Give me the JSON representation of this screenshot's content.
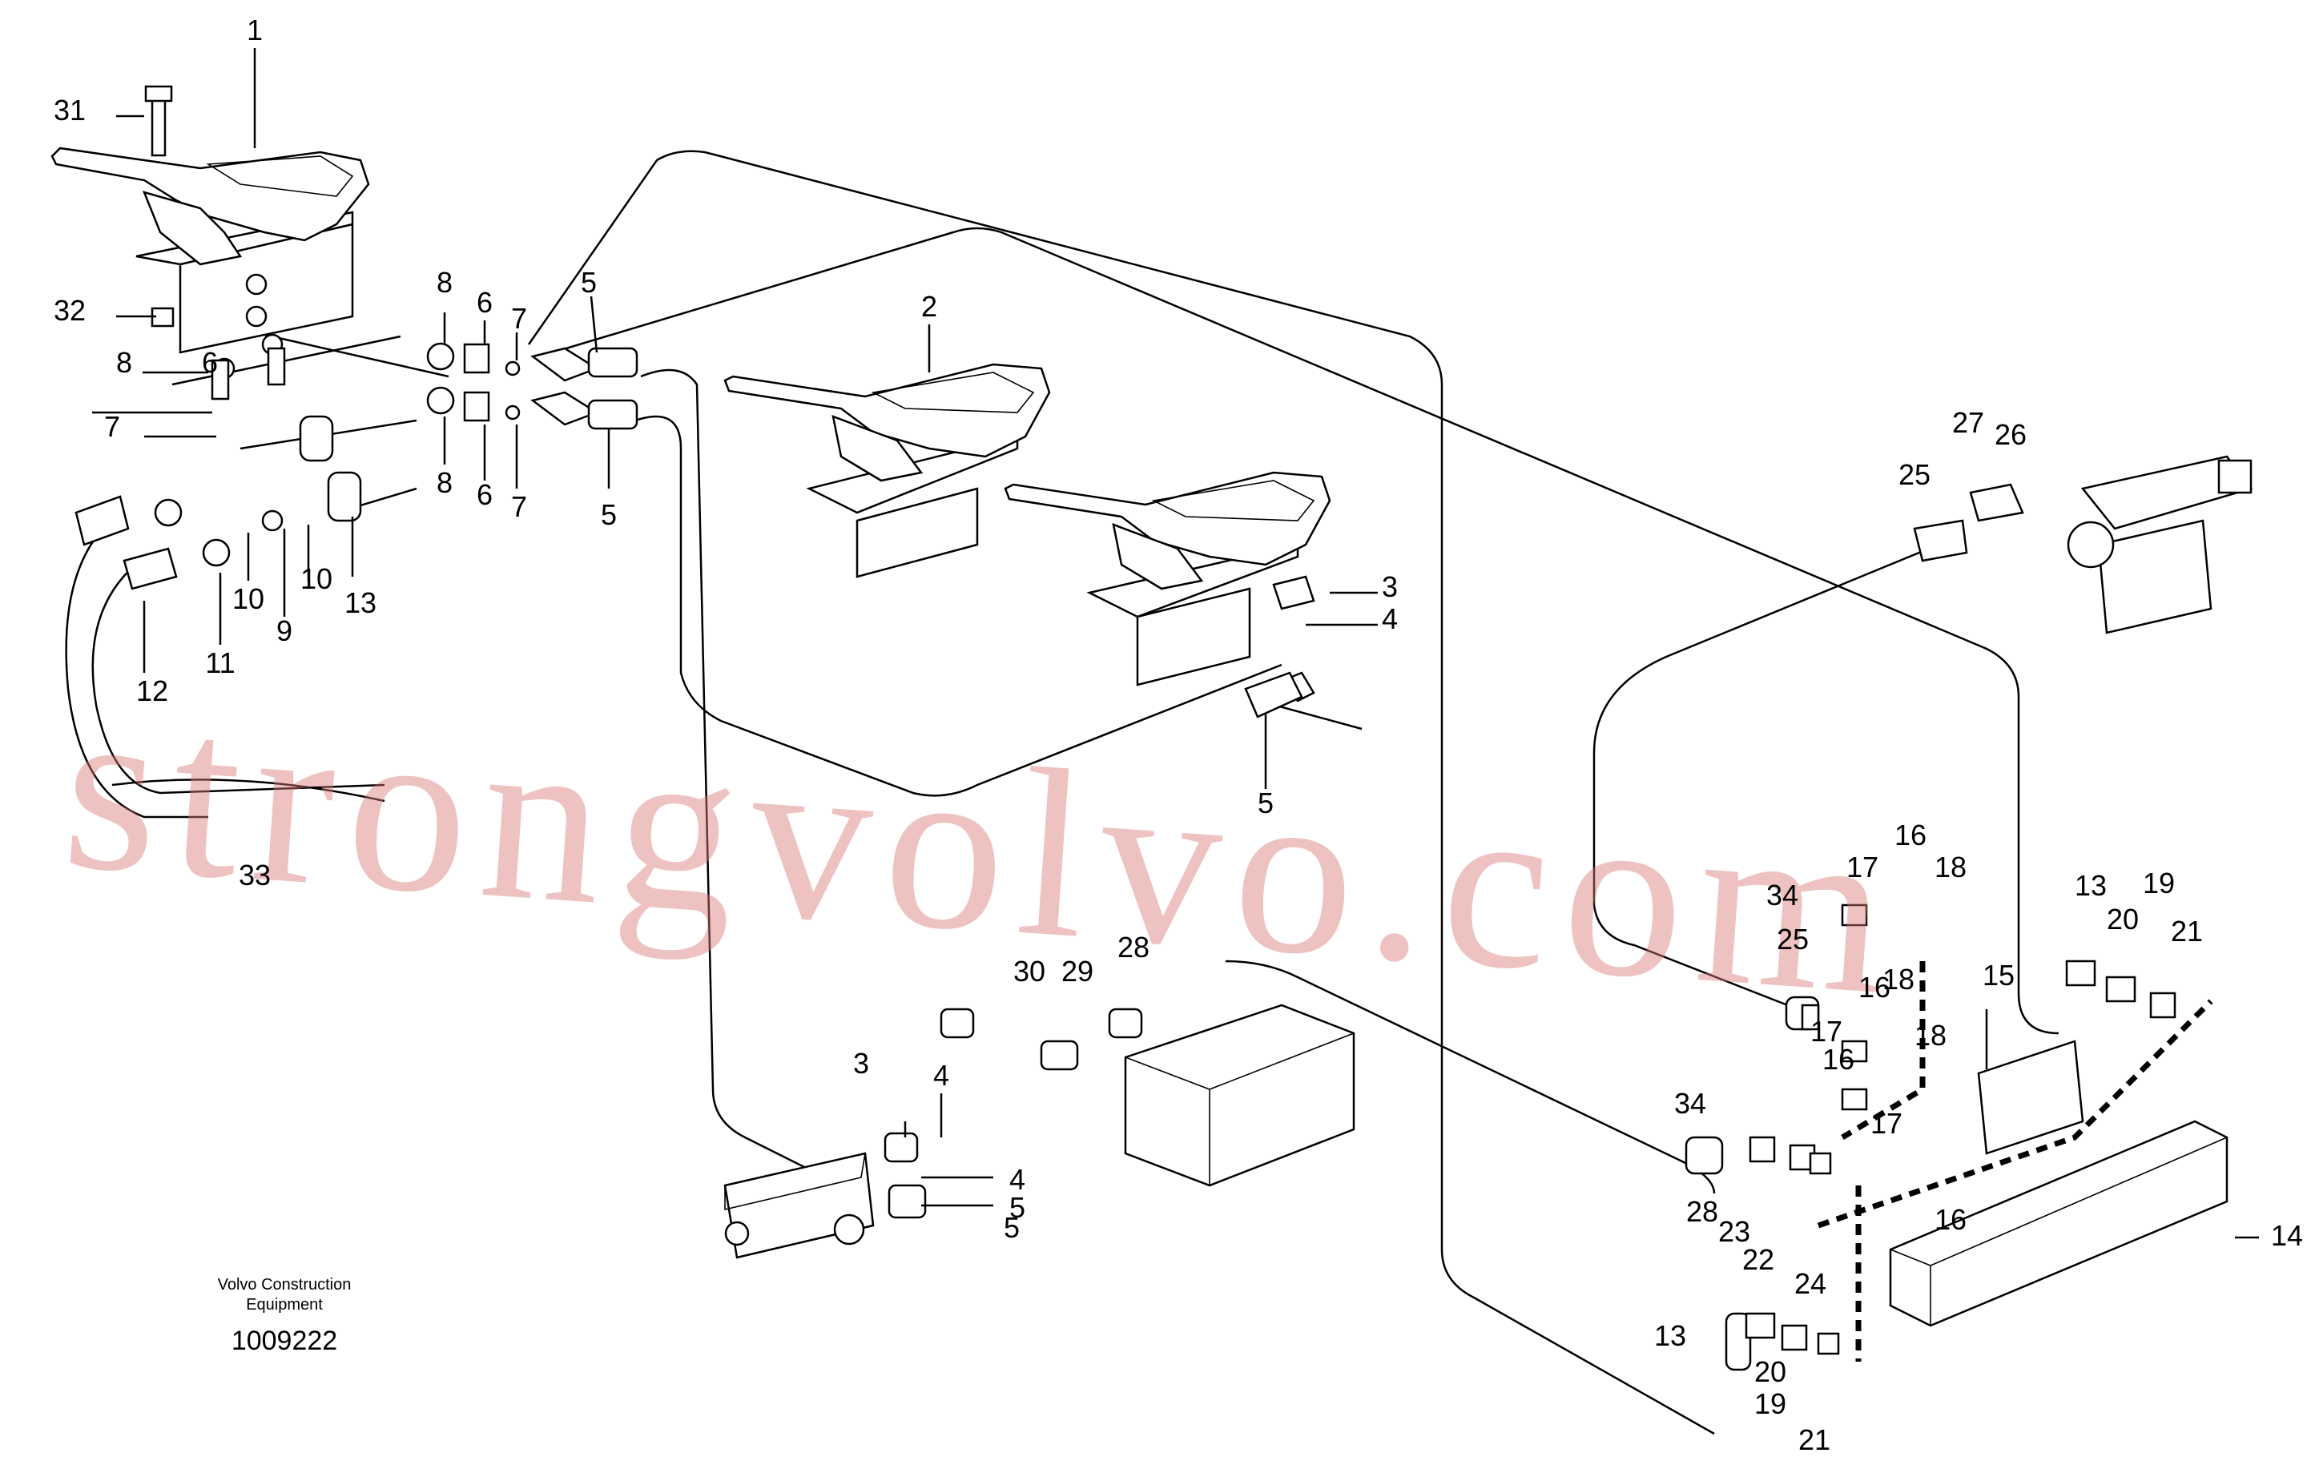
{
  "caption": {
    "line1": "Volvo Construction",
    "line2": "Equipment",
    "number": "1009222"
  },
  "watermark": "strongvolvo.com",
  "callouts": [
    "1",
    "2",
    "3",
    "3",
    "4",
    "4",
    "4",
    "5",
    "5",
    "5",
    "5",
    "5",
    "6",
    "6",
    "6",
    "7",
    "7",
    "7",
    "8",
    "8",
    "8",
    "9",
    "10",
    "10",
    "11",
    "12",
    "13",
    "13",
    "13",
    "14",
    "15",
    "16",
    "16",
    "16",
    "16",
    "17",
    "17",
    "17",
    "18",
    "18",
    "18",
    "19",
    "19",
    "20",
    "20",
    "21",
    "21",
    "22",
    "23",
    "24",
    "25",
    "25",
    "26",
    "27",
    "28",
    "28",
    "29",
    "30",
    "31",
    "32",
    "33",
    "34",
    "34"
  ]
}
